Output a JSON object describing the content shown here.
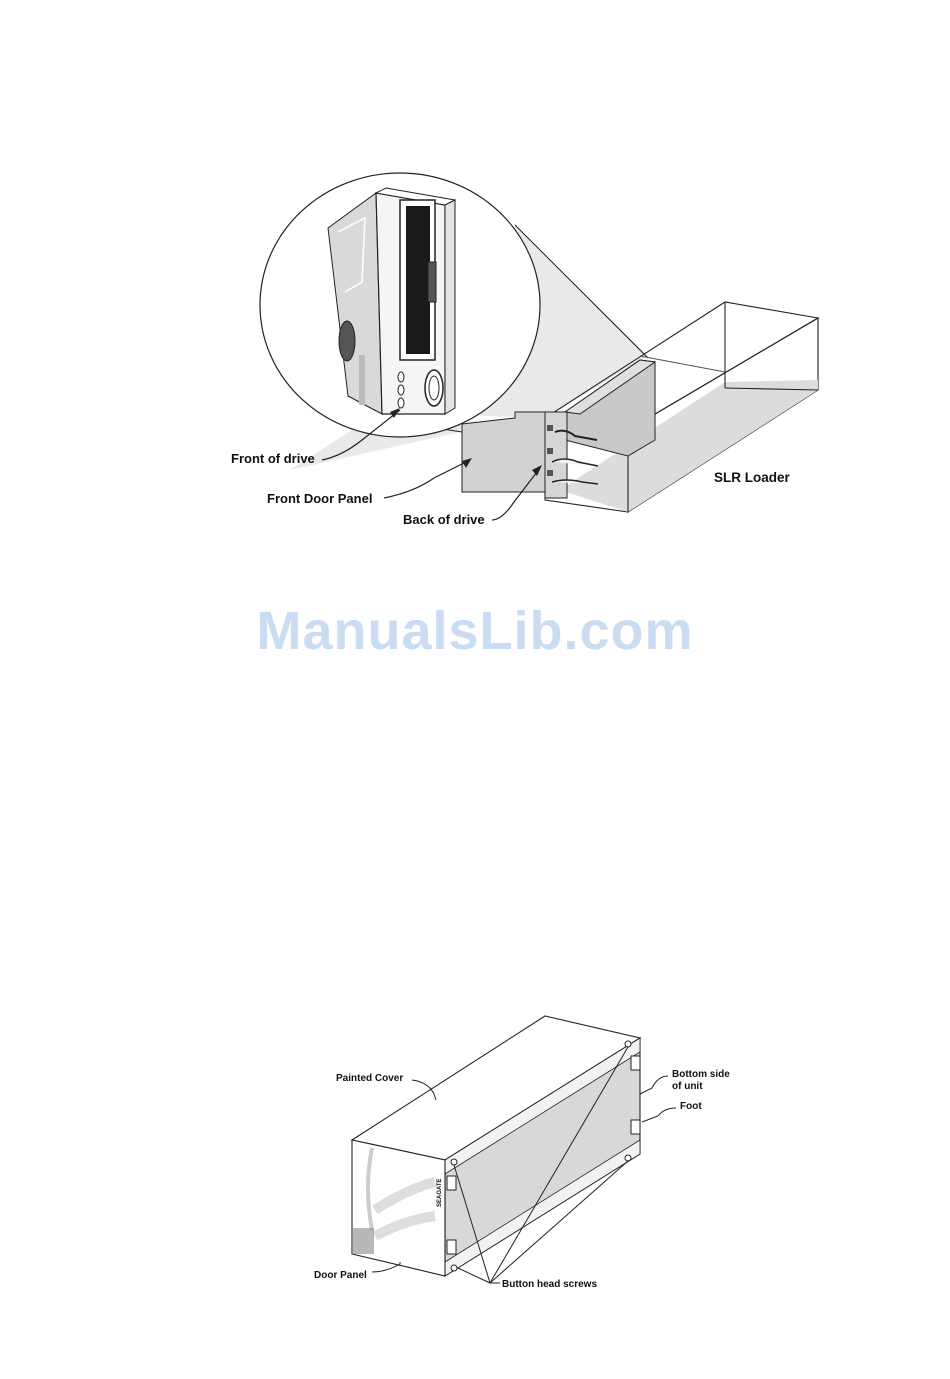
{
  "figure1": {
    "labels": {
      "front_of_drive": "Front of drive",
      "front_door_panel": "Front Door Panel",
      "back_of_drive": "Back of drive",
      "slr_loader": "SLR Loader"
    }
  },
  "watermark": {
    "text": "ManualsLib.com"
  },
  "figure2": {
    "labels": {
      "painted_cover": "Painted Cover",
      "bottom_side_line1": "Bottom side",
      "bottom_side_line2": "of unit",
      "foot": "Foot",
      "door_panel": "Door Panel",
      "button_head_screws": "Button head screws",
      "panel_brand": "SEAGATE"
    }
  }
}
